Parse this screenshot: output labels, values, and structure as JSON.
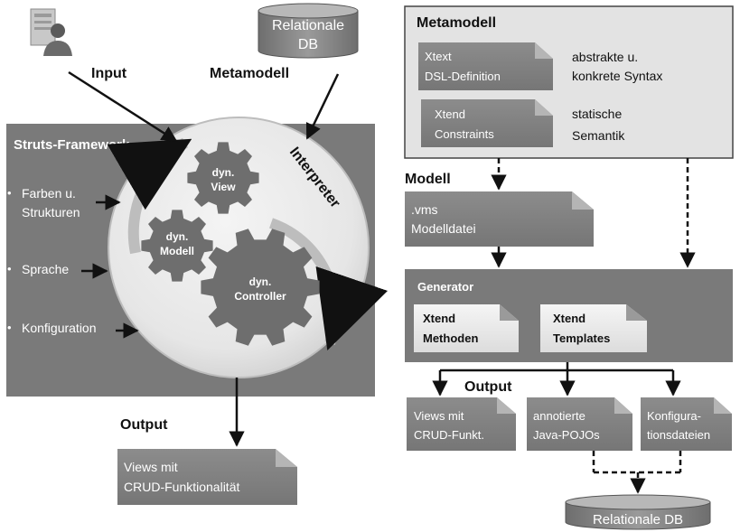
{
  "left": {
    "input_label": "Input",
    "metamodel_label": "Metamodell",
    "relational_db": [
      "Relationale",
      "DB"
    ],
    "framework_title": "Struts-Framework",
    "interpreter_label": "Interpreter",
    "side_items": [
      [
        "Farben u.",
        "Strukturen"
      ],
      [
        "Sprache"
      ],
      [
        "Konfiguration"
      ]
    ],
    "gears": [
      [
        "dyn.",
        "View"
      ],
      [
        "dyn.",
        "Modell"
      ],
      [
        "dyn.",
        "Controller"
      ]
    ],
    "output_label": "Output",
    "output_doc": [
      "Views mit",
      "CRUD-Funktionalität"
    ]
  },
  "right": {
    "metamodel_title": "Metamodell",
    "xtext_doc": [
      "Xtext",
      "DSL-Definition"
    ],
    "xtext_desc": [
      "abstrakte u.",
      "konkrete Syntax"
    ],
    "xtend_doc": [
      "Xtend",
      "Constraints"
    ],
    "xtend_desc": [
      "statische",
      "Semantik"
    ],
    "model_title": "Modell",
    "model_doc": [
      ".vms",
      "Modelldatei"
    ],
    "generator_title": "Generator",
    "gen_docs": [
      [
        "Xtend",
        "Methoden"
      ],
      [
        "Xtend",
        "Templates"
      ]
    ],
    "output_label": "Output",
    "outputs": [
      [
        "Views mit",
        "CRUD-Funkt."
      ],
      [
        "annotierte",
        "Java-POJOs"
      ],
      [
        "Konfigura-",
        "tionsdateien"
      ]
    ],
    "relational_db": "Relationale DB"
  }
}
